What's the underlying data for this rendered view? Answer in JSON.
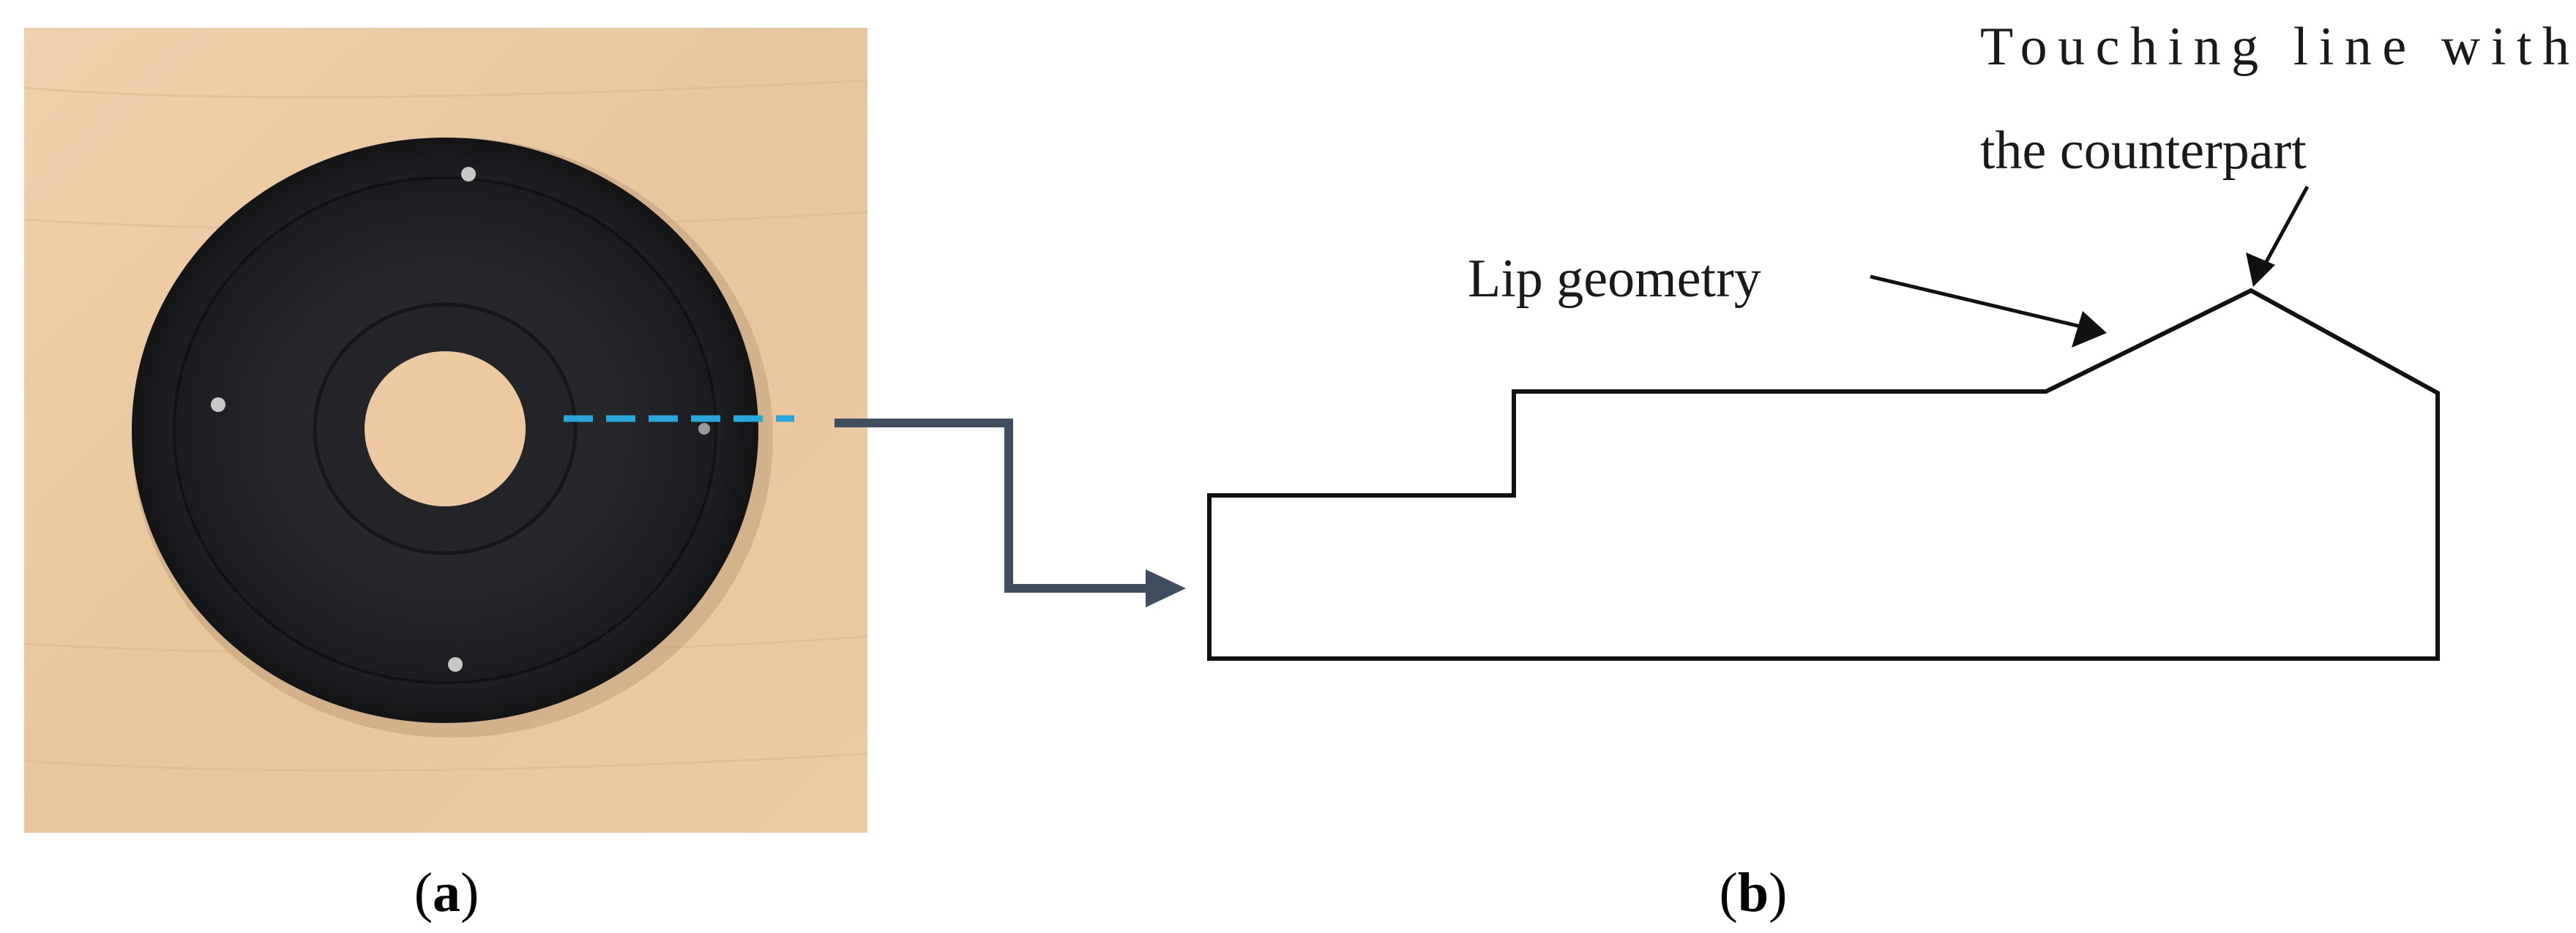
{
  "panel_a": {
    "label_open": "(",
    "label_letter": "a",
    "label_close": ")"
  },
  "panel_b": {
    "label_open": "(",
    "label_letter": "b",
    "label_close": ")",
    "annotation_lip": "Lip geometry",
    "annotation_touch_line1": "Touching line with",
    "annotation_touch_line2": "the counterpart"
  },
  "colors": {
    "background_wood": "#e9c9a3",
    "seal_rubber": "#1d1f22",
    "section_dashed_line": "#2aa7d8",
    "connector_arrow": "#3f4d5e",
    "profile_outline": "#111111"
  },
  "icons": {
    "connector": "arrow-right-icon",
    "pointer": "arrow-pointer-icon"
  }
}
